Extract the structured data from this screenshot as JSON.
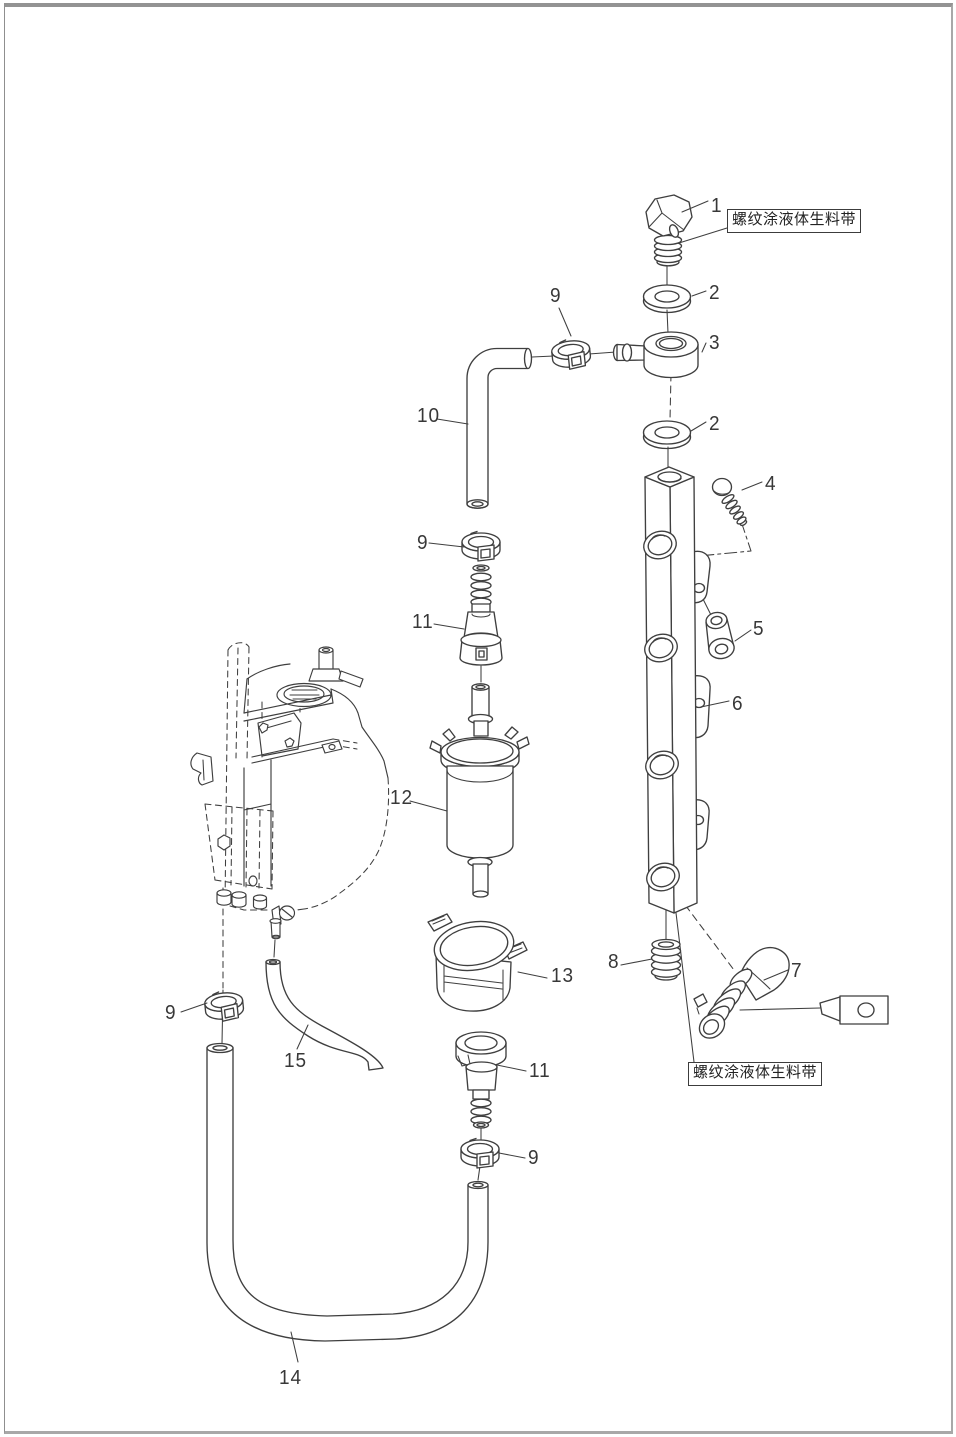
{
  "figure": {
    "kind": "exploded-parts-diagram",
    "subject": "outboard fuel rail, filter and hose assembly",
    "notes": [
      {
        "id": "note-top",
        "text": "螺纹涂液体生料带"
      },
      {
        "id": "note-bottom",
        "text": "螺纹涂液体生料带"
      }
    ],
    "callouts": [
      {
        "label": "1",
        "part": "banjo bolt"
      },
      {
        "label": "2",
        "part": "sealing washer (upper)"
      },
      {
        "label": "3",
        "part": "banjo fitting"
      },
      {
        "label": "2",
        "part": "sealing washer (lower)"
      },
      {
        "label": "4",
        "part": "screw"
      },
      {
        "label": "5",
        "part": "spacer bushing"
      },
      {
        "label": "6",
        "part": "fuel rail"
      },
      {
        "label": "7",
        "part": "elbow connector"
      },
      {
        "label": "8",
        "part": "ribbed plug"
      },
      {
        "label": "9",
        "part": "hose clamp (top)"
      },
      {
        "label": "9",
        "part": "hose clamp (middle)"
      },
      {
        "label": "9",
        "part": "hose clamp (lower)"
      },
      {
        "label": "9",
        "part": "hose clamp (left)"
      },
      {
        "label": "10",
        "part": "elbow hose"
      },
      {
        "label": "11",
        "part": "quick connector (upper)"
      },
      {
        "label": "11",
        "part": "quick connector (lower)"
      },
      {
        "label": "12",
        "part": "fuel filter"
      },
      {
        "label": "13",
        "part": "filter holder"
      },
      {
        "label": "14",
        "part": "long U-shaped hose"
      },
      {
        "label": "15",
        "part": "S-shaped hose"
      }
    ]
  }
}
